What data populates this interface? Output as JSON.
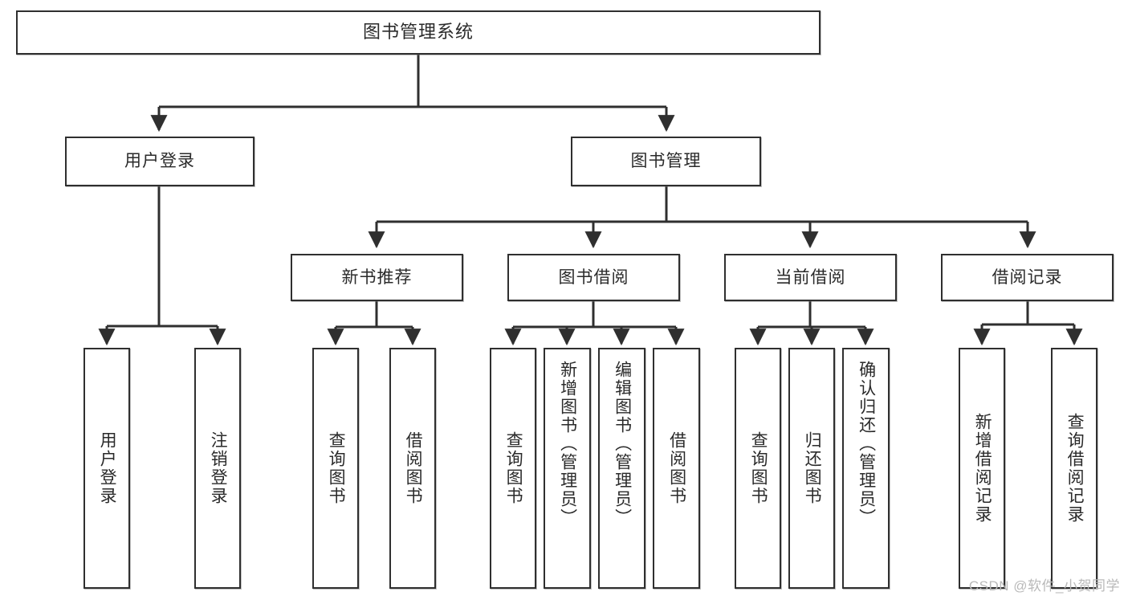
{
  "diagram": {
    "title": "图书管理系统",
    "type": "hierarchy-tree",
    "root": {
      "label": "图书管理系统"
    },
    "level2": [
      {
        "label": "用户登录"
      },
      {
        "label": "图书管理"
      }
    ],
    "level3": [
      {
        "label": "新书推荐"
      },
      {
        "label": "图书借阅"
      },
      {
        "label": "当前借阅"
      },
      {
        "label": "借阅记录"
      }
    ],
    "leaves": {
      "user_login": [
        {
          "label": "用户登录"
        },
        {
          "label": "注销登录"
        }
      ],
      "new_book_recommend": [
        {
          "label": "查询图书"
        },
        {
          "label": "借阅图书"
        }
      ],
      "book_borrow": [
        {
          "label": "查询图书"
        },
        {
          "label": "新增图书（管理员）"
        },
        {
          "label": "编辑图书（管理员）"
        },
        {
          "label": "借阅图书"
        }
      ],
      "current_borrow": [
        {
          "label": "查询图书"
        },
        {
          "label": "归还图书"
        },
        {
          "label": "确认归还（管理员）"
        }
      ],
      "borrow_record": [
        {
          "label": "新增借阅记录"
        },
        {
          "label": "查询借阅记录"
        }
      ]
    }
  },
  "watermark": {
    "text": "CSDN @软件_小贺同学"
  },
  "colors": {
    "stroke": "#2f2f2f",
    "text": "#2a2a2a",
    "background": "#ffffff",
    "watermark": "#b9b9b9"
  }
}
